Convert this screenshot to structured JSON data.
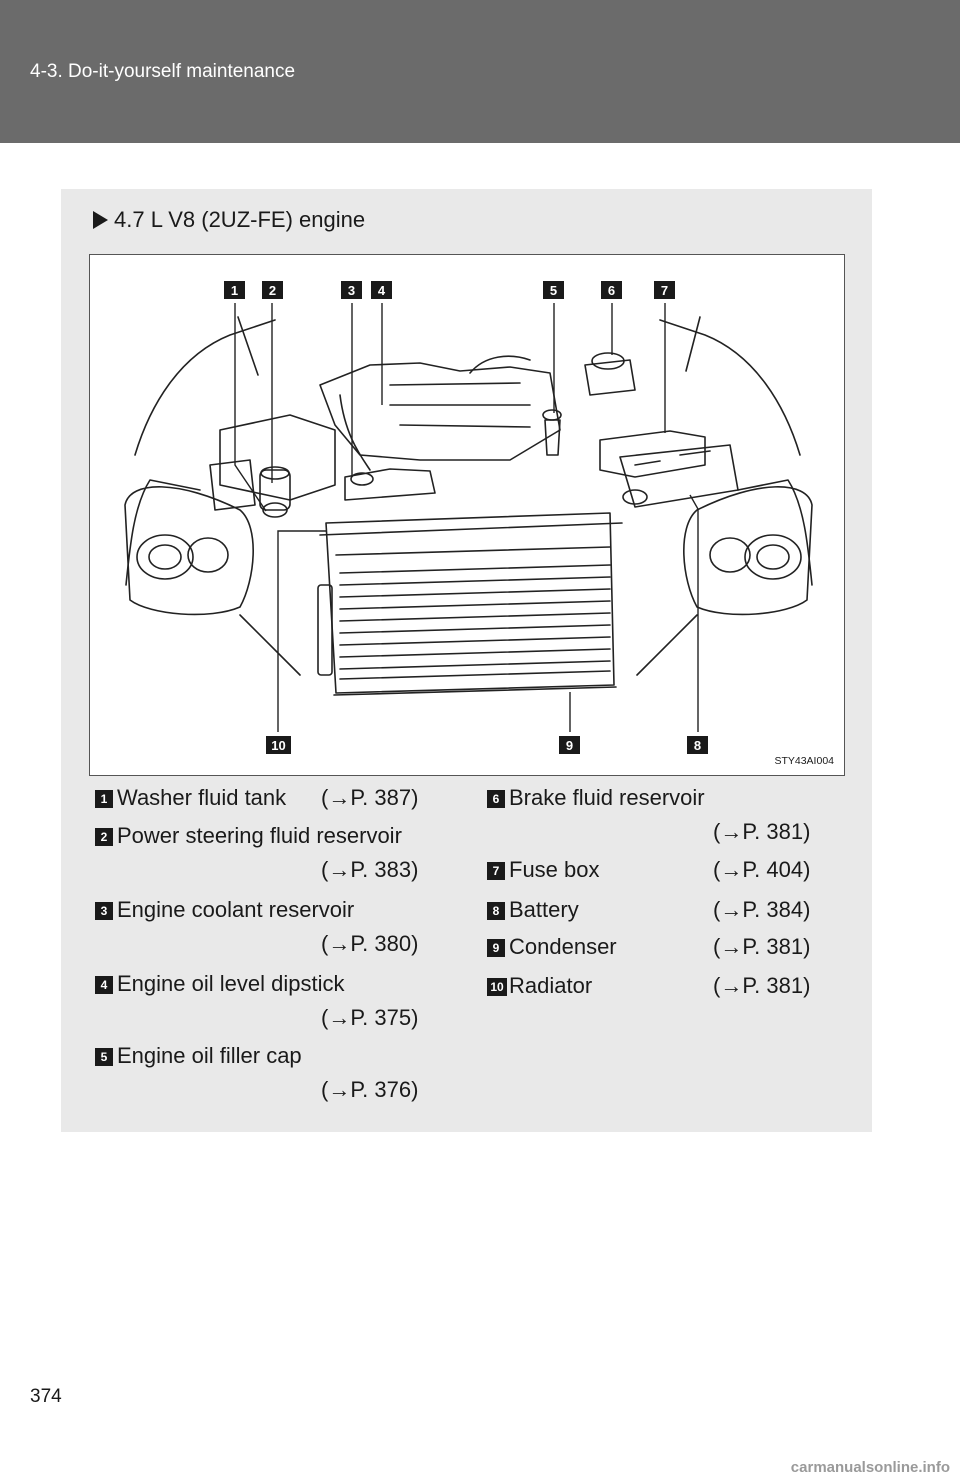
{
  "header": {
    "section_title": "4-3. Do-it-yourself maintenance"
  },
  "engine_heading": "4.7 L V8 (2UZ-FE) engine",
  "figure": {
    "code": "STY43AI004",
    "callouts": [
      "1",
      "2",
      "3",
      "4",
      "5",
      "6",
      "7",
      "10",
      "9",
      "8"
    ]
  },
  "legend_left": [
    {
      "num": "1",
      "label": "Washer fluid tank",
      "ref": "(→P. 387)"
    },
    {
      "num": "2",
      "label": "Power steering fluid reservoir",
      "ref": "(→P. 383)"
    },
    {
      "num": "3",
      "label": "Engine coolant reservoir",
      "ref": "(→P. 380)"
    },
    {
      "num": "4",
      "label": "Engine oil level dipstick",
      "ref": "(→P. 375)"
    },
    {
      "num": "5",
      "label": "Engine oil filler cap",
      "ref": "(→P. 376)"
    }
  ],
  "legend_right": [
    {
      "num": "6",
      "label": "Brake fluid reservoir",
      "ref": "(→P. 381)"
    },
    {
      "num": "7",
      "label": "Fuse box",
      "ref": "(→P. 404)"
    },
    {
      "num": "8",
      "label": "Battery",
      "ref": "(→P. 384)"
    },
    {
      "num": "9",
      "label": "Condenser",
      "ref": "(→P. 381)"
    },
    {
      "num": "10",
      "label": "Radiator",
      "ref": "(→P. 381)"
    }
  ],
  "page_number": "374",
  "watermark": "carmanualsonline.info"
}
